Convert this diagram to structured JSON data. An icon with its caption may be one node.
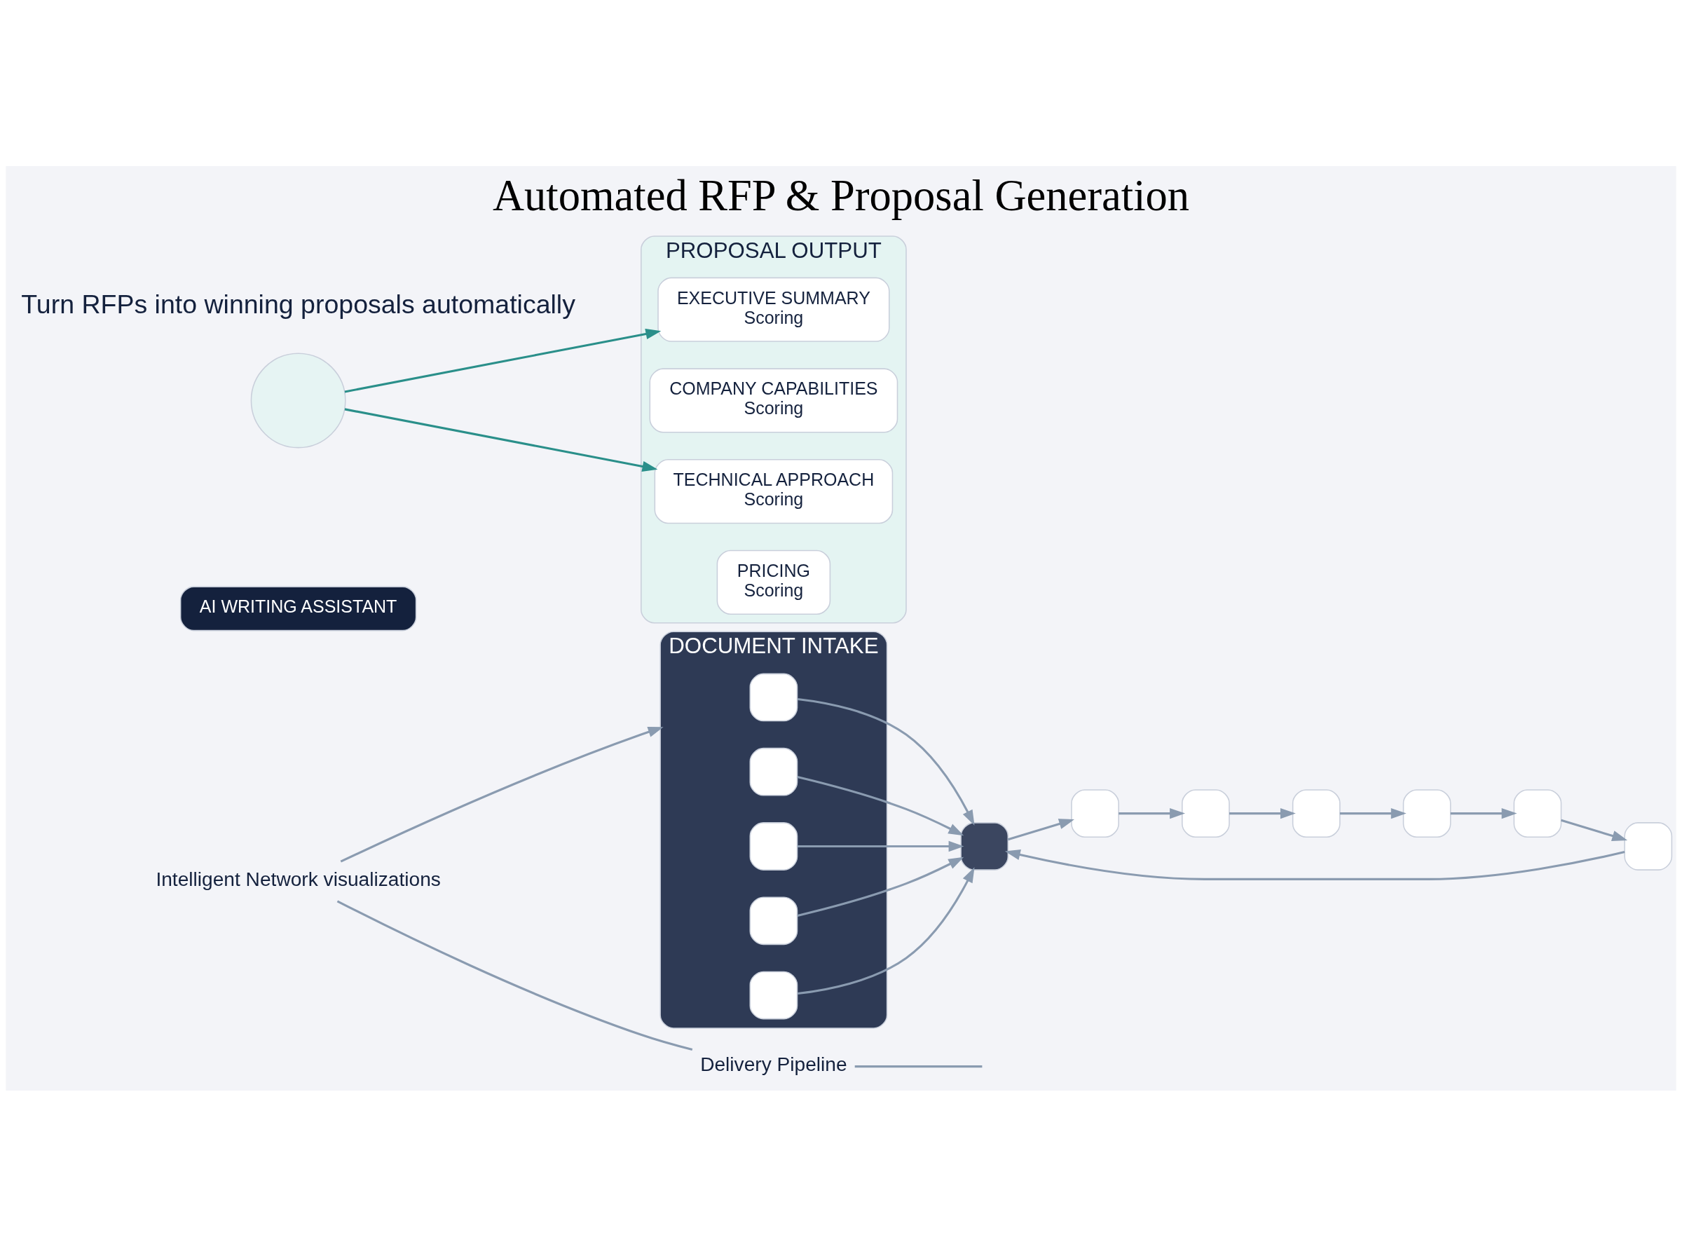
{
  "diagram": {
    "title": "Automated RFP & Proposal Generation",
    "nodes": [
      {
        "text": [
          "DOCUMENT INTAKE"
        ]
      },
      {
        "text": [],
        "shape": "box",
        "in": 0
      },
      {
        "text": [],
        "shape": "box",
        "in": 0
      },
      {
        "text": [],
        "shape": "box",
        "in": 0
      },
      {
        "text": [],
        "shape": "box",
        "in": 0
      },
      {
        "text": [],
        "shape": "box",
        "in": 0
      },
      {
        "text": [],
        "shape": "box"
      },
      {
        "text": [
          "AI WRITING ASSISTANT"
        ]
      },
      {
        "text": [],
        "shape": "box"
      },
      {
        "text": [],
        "shape": "box"
      },
      {
        "text": [],
        "shape": "box"
      },
      {
        "text": [],
        "shape": "box"
      },
      {
        "text": [],
        "shape": "box"
      },
      {
        "text": [],
        "shape": "box"
      },
      {
        "text": [],
        "shape": "circle"
      },
      {
        "text": [
          "PROPOSAL OUTPUT"
        ]
      },
      {
        "text": [
          "EXECUTIVE SUMMARY",
          "Scoring"
        ],
        "in": 15
      },
      {
        "text": [
          "COMPANY CAPABILITIES",
          "Scoring"
        ],
        "in": 15
      },
      {
        "text": [
          "TECHNICAL APPROACH",
          "Scoring"
        ],
        "in": 15
      },
      {
        "text": [
          "PRICING",
          "Scoring"
        ],
        "in": 15
      },
      {
        "text": [
          "Intelligent Network visualizations"
        ]
      },
      {
        "text": [
          "Delivery Pipeline"
        ]
      }
    ],
    "edges": [
      {
        "from": 1,
        "to": 6,
        "arrow": "to"
      },
      {
        "from": 2,
        "to": 6,
        "arrow": "to"
      },
      {
        "from": 3,
        "to": 6,
        "arrow": "to"
      },
      {
        "from": 4,
        "to": 6,
        "arrow": "to"
      },
      {
        "from": 5,
        "to": 6,
        "arrow": "to"
      },
      {
        "from": 6,
        "to": 13,
        "arrow": "to"
      },
      {
        "from": 13,
        "to": 8,
        "arrow": "to"
      },
      {
        "from": 8,
        "to": 9,
        "arrow": "to"
      },
      {
        "from": 9,
        "to": 10,
        "arrow": "to"
      },
      {
        "from": 10,
        "to": 11,
        "arrow": "to"
      },
      {
        "from": 11,
        "to": 12,
        "arrow": "to"
      },
      {
        "from": 12,
        "to": 6,
        "arrow": "to"
      },
      {
        "from": 14,
        "to": 16,
        "arrow": "to",
        "color": "#2a8f8a"
      },
      {
        "from": 14,
        "to": 18,
        "arrow": "to",
        "color": "#2a8f8a"
      },
      {
        "from": 20,
        "to": 0,
        "arrow": "to"
      },
      {
        "from": 20,
        "to": 21,
        "arrow": "none"
      },
      {
        "from": 21,
        "to": null,
        "arrow": "none"
      }
    ],
    "labels": [
      "Turn RFPs into winning proposals automatically"
    ]
  }
}
